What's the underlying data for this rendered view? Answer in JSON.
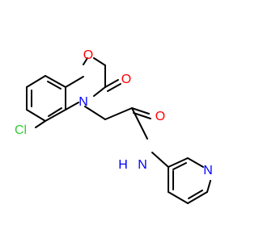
{
  "molecule": {
    "atoms": {
      "chlorine": {
        "label": "Cl",
        "color": "#33cc33"
      },
      "ring_oxygen": {
        "label": "O",
        "color": "#ff0000"
      },
      "ring_carbonyl_oxygen": {
        "label": "O",
        "color": "#ff0000"
      },
      "ring_nitrogen": {
        "label": "N",
        "color": "#0000ff"
      },
      "amide_oxygen": {
        "label": "O",
        "color": "#ff0000"
      },
      "amide_nitrogen_h": {
        "label": "H",
        "color": "#0000ff"
      },
      "amide_nitrogen": {
        "label": "N",
        "color": "#0000ff"
      },
      "pyridine_nitrogen": {
        "label": "N",
        "color": "#0000ff"
      }
    },
    "bond_color": "#000000"
  }
}
